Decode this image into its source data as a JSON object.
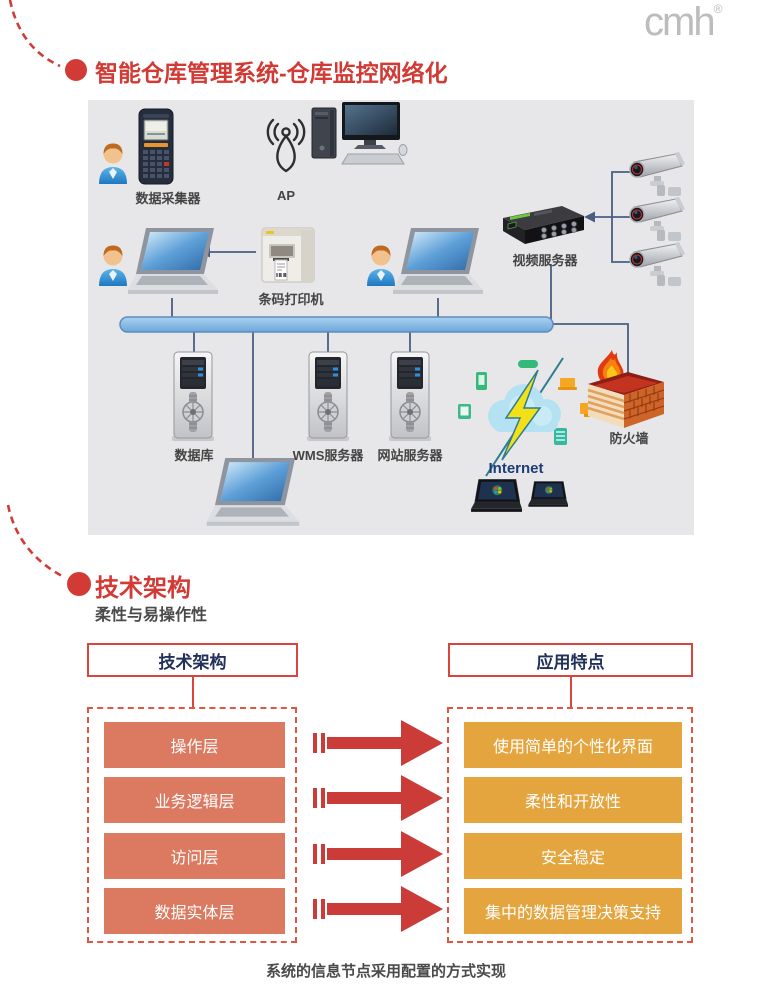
{
  "colors": {
    "accent_red": "#d23b35",
    "salmon_box": "#db7a60",
    "amber_box": "#e5a53e",
    "navy_text": "#22315a",
    "bus_blue": "#85bce9",
    "panel_bg": "#e7e7e9",
    "line_blue": "#4a5f80",
    "logo_gray": "#bcbcbe"
  },
  "logo": {
    "text": "cmh",
    "registered": "®"
  },
  "section1": {
    "title": "智能仓库管理系统-仓库监控网络化"
  },
  "diagram": {
    "labels": {
      "data_collector": "数据采集器",
      "ap": "AP",
      "barcode_printer": "条码打印机",
      "video_server": "视频服务器",
      "database": "数据库",
      "wms_server": "WMS服务器",
      "web_server": "网站服务器",
      "internet": "Internet",
      "firewall": "防火墙"
    },
    "icons": [
      "worker-avatar-icon",
      "handheld-terminal-icon",
      "wifi-ap-icon",
      "desktop-computer-icon",
      "laptop-icon",
      "barcode-printer-icon",
      "video-server-icon",
      "cctv-camera-icon",
      "server-tower-icon",
      "internet-cloud-icon",
      "lightning-bolt-icon",
      "firewall-icon",
      "black-laptop-icon"
    ]
  },
  "section2": {
    "title": "技术架构",
    "subtitle": "柔性与易操作性",
    "left": {
      "header": "技术架构",
      "layers": [
        "操作层",
        "业务逻辑层",
        "访问层",
        "数据实体层"
      ]
    },
    "right": {
      "header": "应用特点",
      "features": [
        "使用简单的个性化界面",
        "柔性和开放性",
        "安全稳定",
        "集中的数据管理决策支持"
      ]
    },
    "caption": "系统的信息节点采用配置的方式实现"
  }
}
